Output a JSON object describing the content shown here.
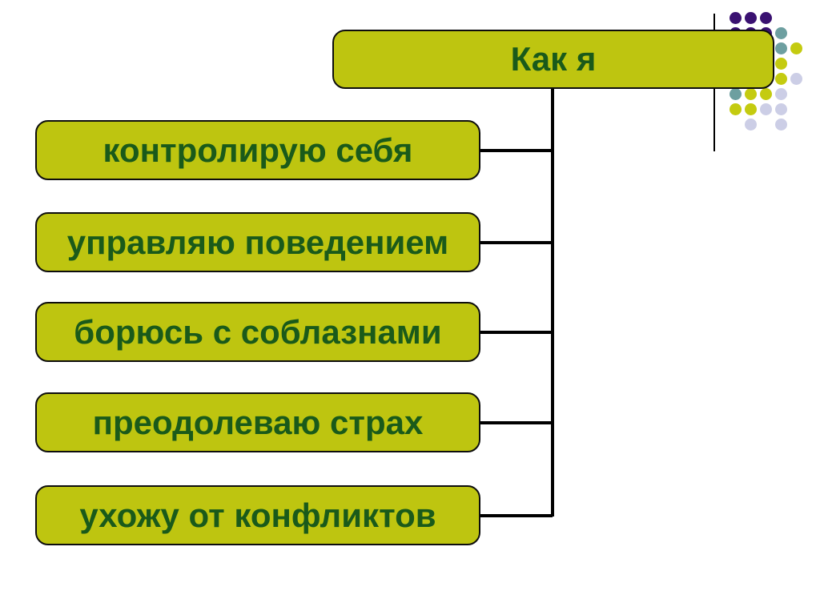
{
  "diagram": {
    "type": "tree",
    "root": {
      "label": "Как я"
    },
    "children": [
      {
        "label": "контролирую себя"
      },
      {
        "label": "управляю поведением"
      },
      {
        "label": "борюсь с соблазнами"
      },
      {
        "label": "преодолеваю страх"
      },
      {
        "label": "ухожу от конфликтов"
      }
    ]
  },
  "colors": {
    "background": "#FFFFFF",
    "node_fill": "#BEC510",
    "node_border": "#0D0D0D",
    "node_text": "#1A5A1A",
    "connector": "#000000",
    "thin_line": "#000000",
    "dot_palette": {
      "purple": "#3A1171",
      "teal": "#6D9FA0",
      "yellow": "#C4CB10",
      "lavender": "#CCCEE6"
    }
  },
  "decor": {
    "dot_pattern": [
      {
        "col": 0,
        "row": 0,
        "color": "purple"
      },
      {
        "col": 1,
        "row": 0,
        "color": "purple"
      },
      {
        "col": 2,
        "row": 0,
        "color": "purple"
      },
      {
        "col": 0,
        "row": 1,
        "color": "purple"
      },
      {
        "col": 1,
        "row": 1,
        "color": "purple"
      },
      {
        "col": 2,
        "row": 1,
        "color": "purple"
      },
      {
        "col": 3,
        "row": 1,
        "color": "teal"
      },
      {
        "col": 3,
        "row": 2,
        "color": "teal"
      },
      {
        "col": 4,
        "row": 2,
        "color": "yellow"
      },
      {
        "col": 3,
        "row": 3,
        "color": "yellow"
      },
      {
        "col": 3,
        "row": 4,
        "color": "yellow"
      },
      {
        "col": 4,
        "row": 4,
        "color": "lavender"
      },
      {
        "col": 0,
        "row": 5,
        "color": "teal"
      },
      {
        "col": 1,
        "row": 5,
        "color": "yellow"
      },
      {
        "col": 2,
        "row": 5,
        "color": "yellow"
      },
      {
        "col": 3,
        "row": 5,
        "color": "lavender"
      },
      {
        "col": 0,
        "row": 6,
        "color": "yellow"
      },
      {
        "col": 1,
        "row": 6,
        "color": "yellow"
      },
      {
        "col": 2,
        "row": 6,
        "color": "lavender"
      },
      {
        "col": 3,
        "row": 6,
        "color": "lavender"
      },
      {
        "col": 1,
        "row": 7,
        "color": "lavender"
      },
      {
        "col": 3,
        "row": 7,
        "color": "lavender"
      }
    ]
  }
}
